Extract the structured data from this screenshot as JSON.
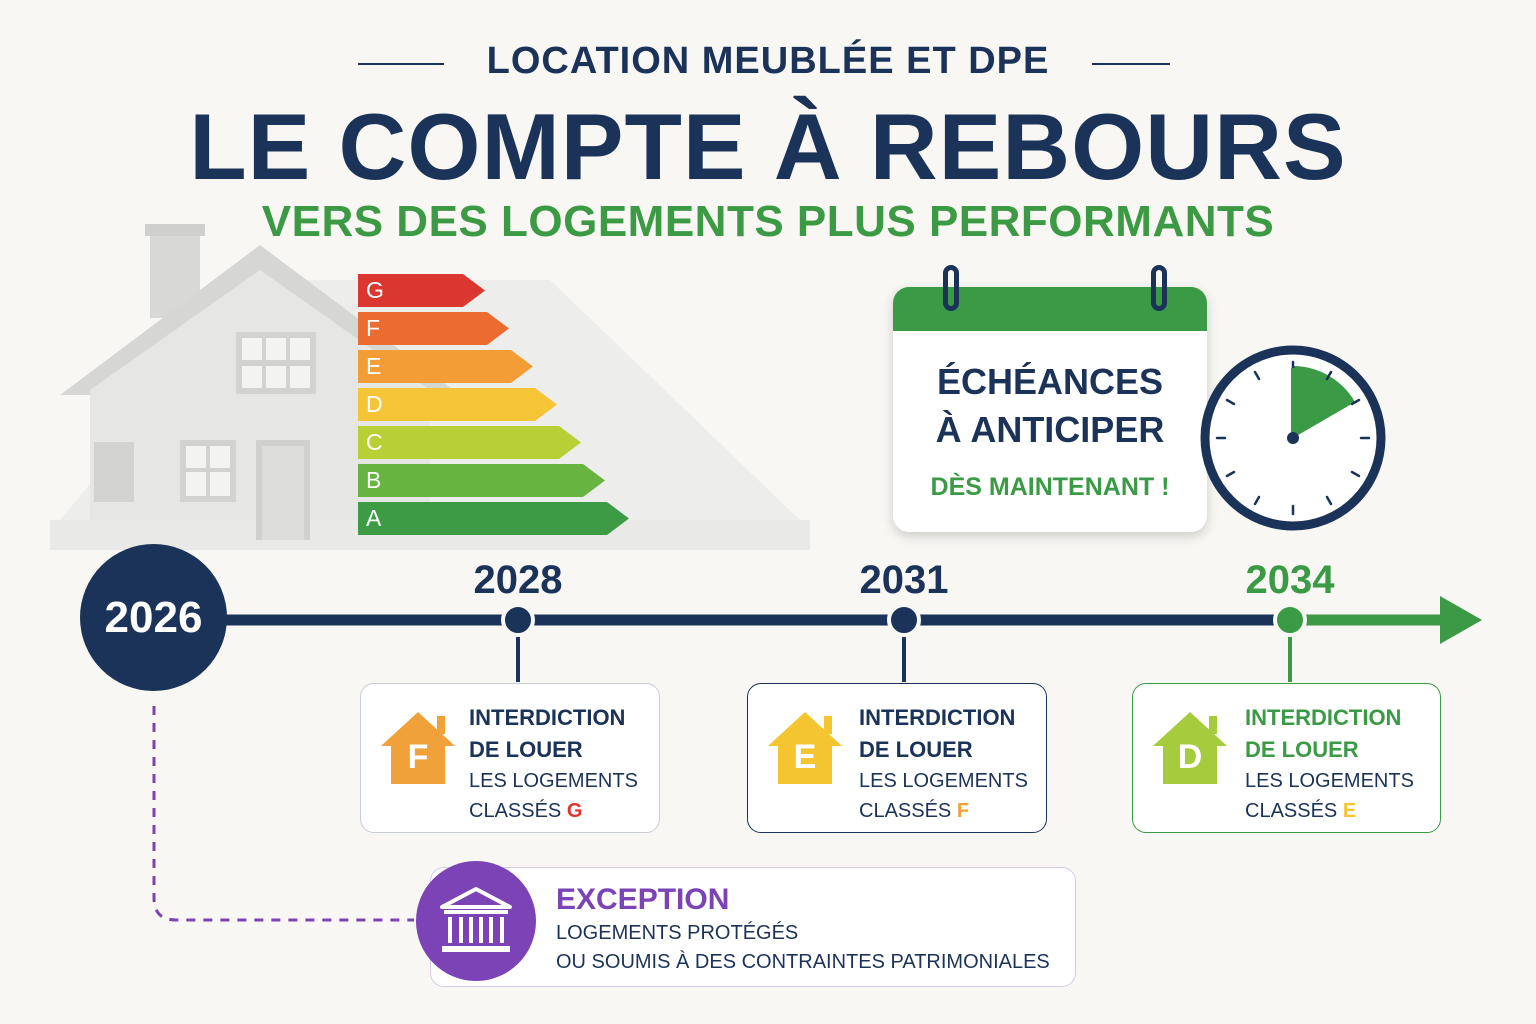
{
  "header": {
    "kicker": "LOCATION MEUBLÉE ET DPE",
    "title": "LE COMPTE À REBOURS",
    "subtitle": "VERS DES LOGEMENTS PLUS PERFORMANTS"
  },
  "energy_scale": [
    {
      "letter": "G",
      "color": "#d9372f"
    },
    {
      "letter": "F",
      "color": "#ec6b31"
    },
    {
      "letter": "E",
      "color": "#f39d36"
    },
    {
      "letter": "D",
      "color": "#f6c437"
    },
    {
      "letter": "C",
      "color": "#b8cf35"
    },
    {
      "letter": "B",
      "color": "#67b540"
    },
    {
      "letter": "A",
      "color": "#3d9b45"
    }
  ],
  "calendar": {
    "line1": "ÉCHÉANCES",
    "line2": "À ANTICIPER",
    "line3": "DÈS MAINTENANT !"
  },
  "timeline": {
    "start_year": "2026",
    "milestones": [
      {
        "year": "2028",
        "year_color": "#1b3358",
        "house_letter": "F",
        "house_color": "#f0a13a",
        "line1": "INTERDICTION",
        "line2": "DE LOUER",
        "line3": "LES LOGEMENTS",
        "line4_prefix": "CLASSÉS",
        "class_letter": "G",
        "class_color": "#d9372f"
      },
      {
        "year": "2031",
        "year_color": "#1b3358",
        "house_letter": "E",
        "house_color": "#f5c531",
        "line1": "INTERDICTION",
        "line2": "DE LOUER",
        "line3": "LES LOGEMENTS",
        "line4_prefix": "CLASSÉS",
        "class_letter": "F",
        "class_color": "#f0a13a"
      },
      {
        "year": "2034",
        "year_color": "#3b9a45",
        "house_letter": "D",
        "house_color": "#a5cc3c",
        "line1": "INTERDICTION",
        "line2": "DE LOUER",
        "line3": "LES LOGEMENTS",
        "line4_prefix": "CLASSÉS",
        "class_letter": "E",
        "class_color": "#f5c531"
      }
    ]
  },
  "exception": {
    "title": "EXCEPTION",
    "line1": "LOGEMENTS PROTÉGÉS",
    "line2": "OU SOUMIS À DES CONTRAINTES PATRIMONIALES"
  },
  "colors": {
    "navy": "#1b3358",
    "green": "#3b9a45",
    "purple": "#7b43b5"
  }
}
